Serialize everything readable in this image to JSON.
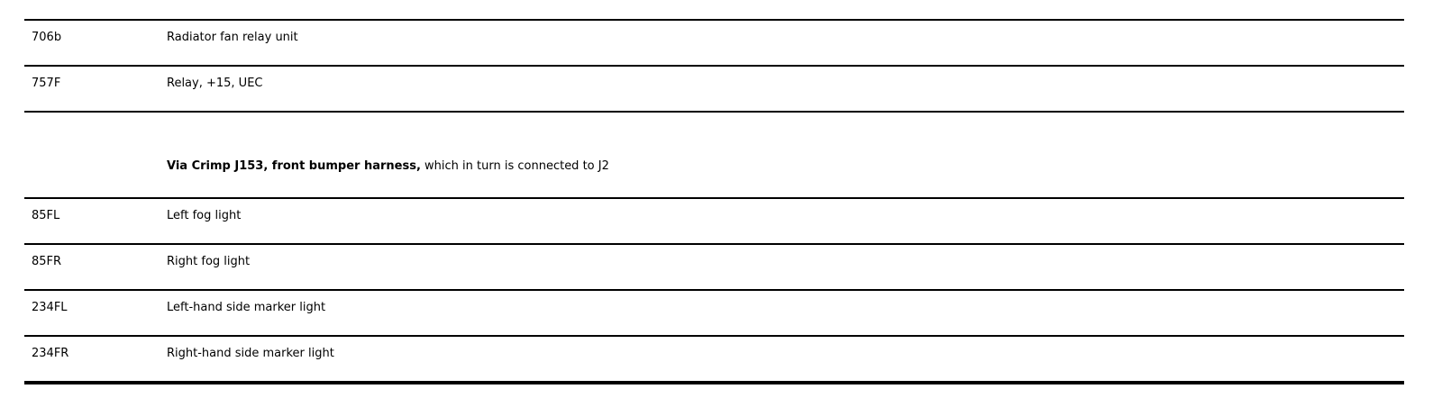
{
  "colors": {
    "text": "#000000",
    "background": "#ffffff",
    "rule": "#000000"
  },
  "table": {
    "rows_top": [
      {
        "code": "706b",
        "description": "Radiator fan relay unit"
      },
      {
        "code": "757F",
        "description": "Relay, +15, UEC"
      }
    ],
    "note": {
      "bold": "Via Crimp J153, front bumper harness,",
      "regular": " which in turn is connected to J2"
    },
    "rows_bottom": [
      {
        "code": "85FL",
        "description": "Left fog light"
      },
      {
        "code": "85FR",
        "description": "Right fog light"
      },
      {
        "code": "234FL",
        "description": "Left-hand side marker light"
      },
      {
        "code": "234FR",
        "description": "Right-hand side marker light"
      }
    ]
  }
}
